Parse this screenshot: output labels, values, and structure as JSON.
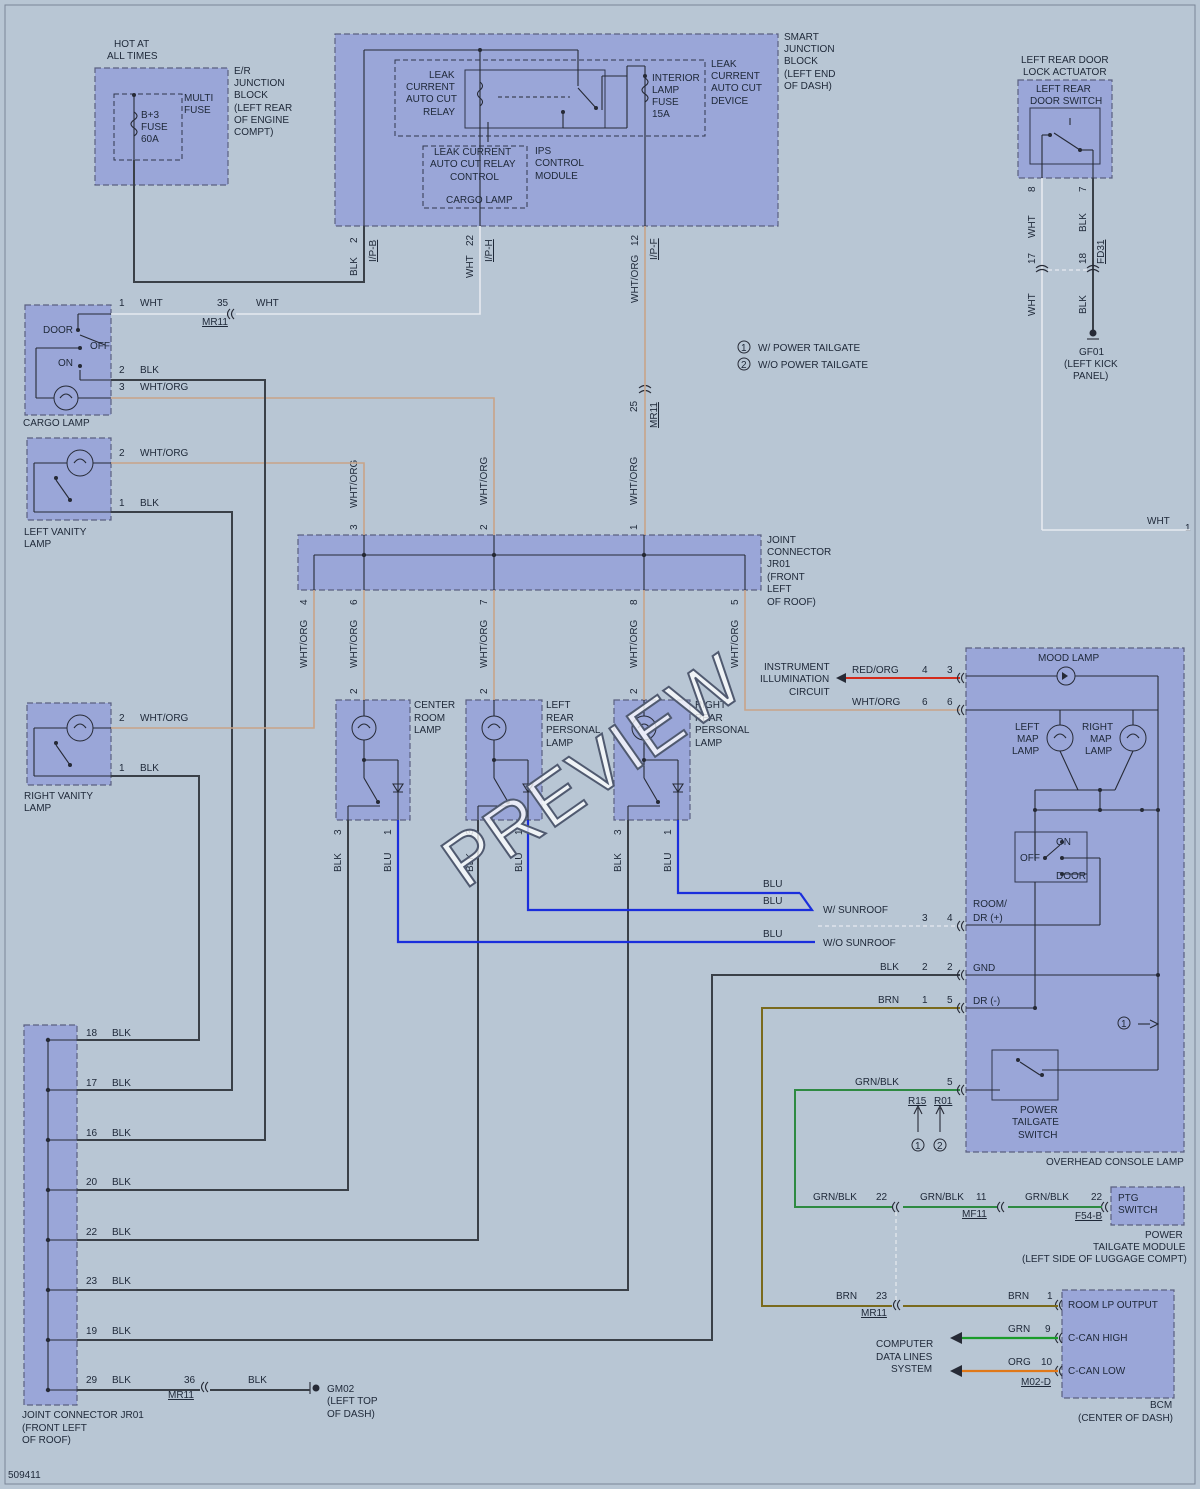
{
  "diagram_id": "509411",
  "watermark": "PREVIEW",
  "notes": {
    "n1": "W/ POWER TAILGATE",
    "n2": "W/O POWER TAILGATE",
    "c1": "1",
    "c2": "2"
  },
  "er_block": {
    "hot": [
      "HOT AT",
      "ALL TIMES"
    ],
    "label": [
      "E/R",
      "JUNCTION",
      "BLOCK",
      "(LEFT REAR",
      "OF ENGINE",
      "COMPT)"
    ],
    "multi": [
      "MULTI",
      "FUSE"
    ],
    "fuse": [
      "B+3",
      "FUSE",
      "60A"
    ],
    "wire": "BLK"
  },
  "sjb": {
    "label": [
      "SMART",
      "JUNCTION",
      "BLOCK",
      "(LEFT END",
      "OF DASH)"
    ],
    "relay": [
      "LEAK",
      "CURRENT",
      "AUTO CUT",
      "RELAY"
    ],
    "fuse": [
      "INTERIOR",
      "LAMP",
      "FUSE",
      "15A"
    ],
    "device": [
      "LEAK",
      "CURRENT",
      "AUTO CUT",
      "DEVICE"
    ],
    "control": [
      "LEAK CURRENT",
      "AUTO CUT RELAY",
      "CONTROL"
    ],
    "cargo": "CARGO LAMP",
    "ips": [
      "IPS",
      "CONTROL",
      "MODULE"
    ],
    "pins": [
      {
        "num": "2",
        "conn": "I/P-B",
        "wire": "BLK"
      },
      {
        "num": "22",
        "conn": "I/P-H",
        "wire": "WHT"
      },
      {
        "num": "12",
        "conn": "I/P-F",
        "wire": "WHT/ORG"
      }
    ]
  },
  "door_actuator": {
    "label": [
      "LEFT REAR DOOR",
      "LOCK ACTUATOR"
    ],
    "switch": [
      "LEFT REAR",
      "DOOR SWITCH"
    ],
    "pins": [
      {
        "num": "8",
        "wire": "WHT"
      },
      {
        "num": "7",
        "wire": "BLK"
      }
    ],
    "conn": [
      {
        "num": "17",
        "wire": "WHT"
      },
      {
        "num": "18",
        "wire": "BLK",
        "conn": "FD31"
      }
    ],
    "ground": [
      "GF01",
      "(LEFT KICK",
      "PANEL)"
    ],
    "out_wire": "WHT",
    "out_pin": "1"
  },
  "cargo_lamp": {
    "label": "CARGO LAMP",
    "door": "DOOR",
    "off": "OFF",
    "on": "ON",
    "pins": [
      {
        "num": "1",
        "wire": "WHT"
      },
      {
        "num": "2",
        "wire": "BLK"
      },
      {
        "num": "3",
        "wire": "WHT/ORG"
      }
    ],
    "mr11": {
      "num": "35",
      "conn": "MR11",
      "wire": "WHT"
    }
  },
  "mr11_mid": {
    "num": "25",
    "conn": "MR11"
  },
  "left_vanity": {
    "label": [
      "LEFT VANITY",
      "LAMP"
    ],
    "pins": [
      {
        "num": "2",
        "wire": "WHT/ORG"
      },
      {
        "num": "1",
        "wire": "BLK"
      }
    ]
  },
  "right_vanity": {
    "label": [
      "RIGHT VANITY",
      "LAMP"
    ],
    "pins": [
      {
        "num": "2",
        "wire": "WHT/ORG"
      },
      {
        "num": "1",
        "wire": "BLK"
      }
    ]
  },
  "jr01_top": {
    "label": [
      "JOINT",
      "CONNECTOR",
      "JR01",
      "(FRONT",
      "LEFT",
      "OF ROOF)"
    ],
    "top_pins": [
      {
        "num": "3",
        "wire": "WHT/ORG"
      },
      {
        "num": "2",
        "wire": "WHT/ORG"
      },
      {
        "num": "1",
        "wire": "WHT/ORG"
      }
    ],
    "bottom_pins": [
      {
        "num": "4",
        "wire": "WHT/ORG"
      },
      {
        "num": "6",
        "wire": "WHT/ORG"
      },
      {
        "num": "7",
        "wire": "WHT/ORG"
      },
      {
        "num": "8",
        "wire": "WHT/ORG"
      },
      {
        "num": "5",
        "wire": "WHT/ORG"
      }
    ]
  },
  "center_room": {
    "label": [
      "CENTER",
      "ROOM",
      "LAMP"
    ],
    "pins": [
      {
        "num": "2"
      },
      {
        "num": "3",
        "wire": "BLK"
      },
      {
        "num": "1",
        "wire": "BLU"
      }
    ]
  },
  "left_rear_personal": {
    "label": [
      "LEFT",
      "REAR",
      "PERSONAL",
      "LAMP"
    ],
    "pins": [
      {
        "num": "2"
      },
      {
        "num": "3",
        "wire": "BLK"
      },
      {
        "num": "1",
        "wire": "BLU"
      }
    ]
  },
  "right_rear_personal": {
    "label": [
      "RIGHT",
      "REAR",
      "PERSONAL",
      "LAMP"
    ],
    "pins": [
      {
        "num": "2"
      },
      {
        "num": "3",
        "wire": "BLK"
      },
      {
        "num": "1",
        "wire": "BLU"
      }
    ]
  },
  "blu_labels": [
    "BLU",
    "BLU",
    "BLU"
  ],
  "sunroof": {
    "with": "W/ SUNROOF",
    "without": "W/O SUNROOF"
  },
  "instrument": {
    "label": [
      "INSTRUMENT",
      "ILLUMINATION",
      "CIRCUIT"
    ],
    "wire": "RED/ORG",
    "p1": "4",
    "p2": "3"
  },
  "overhead": {
    "label": "OVERHEAD CONSOLE LAMP",
    "mood": "MOOD LAMP",
    "left_map": [
      "LEFT",
      "MAP",
      "LAMP"
    ],
    "right_map": [
      "RIGHT",
      "MAP",
      "LAMP"
    ],
    "on": "ON",
    "off": "OFF",
    "door": "DOOR",
    "room_dr": [
      "ROOM/",
      "DR (+)"
    ],
    "gnd": "GND",
    "dr_minus": "DR (-)",
    "ptg": [
      "POWER",
      "TAILGATE",
      "SWITCH"
    ],
    "wht_org_wire": "WHT/ORG",
    "wht_org_p1": "6",
    "wht_org_p2": "6",
    "room_p1": "3",
    "room_p2": "4",
    "gnd_wire": "BLK",
    "gnd_p1": "2",
    "gnd_p2": "2",
    "dr_wire": "BRN",
    "dr_p1": "1",
    "dr_p2": "5",
    "ptg_wire": "GRN/BLK",
    "ptg_p": "5",
    "r15": "R15",
    "r01": "R01",
    "note_ref": "1"
  },
  "ptg_module": {
    "label": [
      "POWER",
      "TAILGATE MODULE",
      "(LEFT SIDE OF LUGGAGE COMPT)"
    ],
    "sw": [
      "PTG",
      "SWITCH"
    ],
    "w1": "GRN/BLK",
    "p1": "22",
    "w2": "GRN/BLK",
    "p2": "11",
    "mf11": "MF11",
    "w3": "GRN/BLK",
    "p3": "22",
    "f54": "F54-B"
  },
  "bcm": {
    "label": [
      "BCM",
      "(CENTER OF DASH)"
    ],
    "room_lp": "ROOM LP OUTPUT",
    "c_high": "C-CAN HIGH",
    "c_low": "C-CAN LOW",
    "brn_wire": "BRN",
    "brn_pin": "1",
    "mr11_wire": "BRN",
    "mr11_num": "23",
    "mr11": "MR11",
    "grn_wire": "GRN",
    "grn_pin": "9",
    "org_wire": "ORG",
    "org_pin": "10",
    "m02d": "M02-D",
    "cds": [
      "COMPUTER",
      "DATA LINES",
      "SYSTEM"
    ]
  },
  "jr01_bottom": {
    "label": [
      "JOINT CONNECTOR JR01",
      "(FRONT LEFT",
      "OF ROOF)"
    ],
    "pins": [
      {
        "num": "18",
        "wire": "BLK"
      },
      {
        "num": "17",
        "wire": "BLK"
      },
      {
        "num": "16",
        "wire": "BLK"
      },
      {
        "num": "20",
        "wire": "BLK"
      },
      {
        "num": "22",
        "wire": "BLK"
      },
      {
        "num": "23",
        "wire": "BLK"
      },
      {
        "num": "19",
        "wire": "BLK"
      },
      {
        "num": "29",
        "wire": "BLK"
      }
    ],
    "mr11": {
      "num": "36",
      "conn": "MR11",
      "wire": "BLK"
    },
    "ground": [
      "GM02",
      "(LEFT TOP",
      "OF DASH)"
    ]
  }
}
